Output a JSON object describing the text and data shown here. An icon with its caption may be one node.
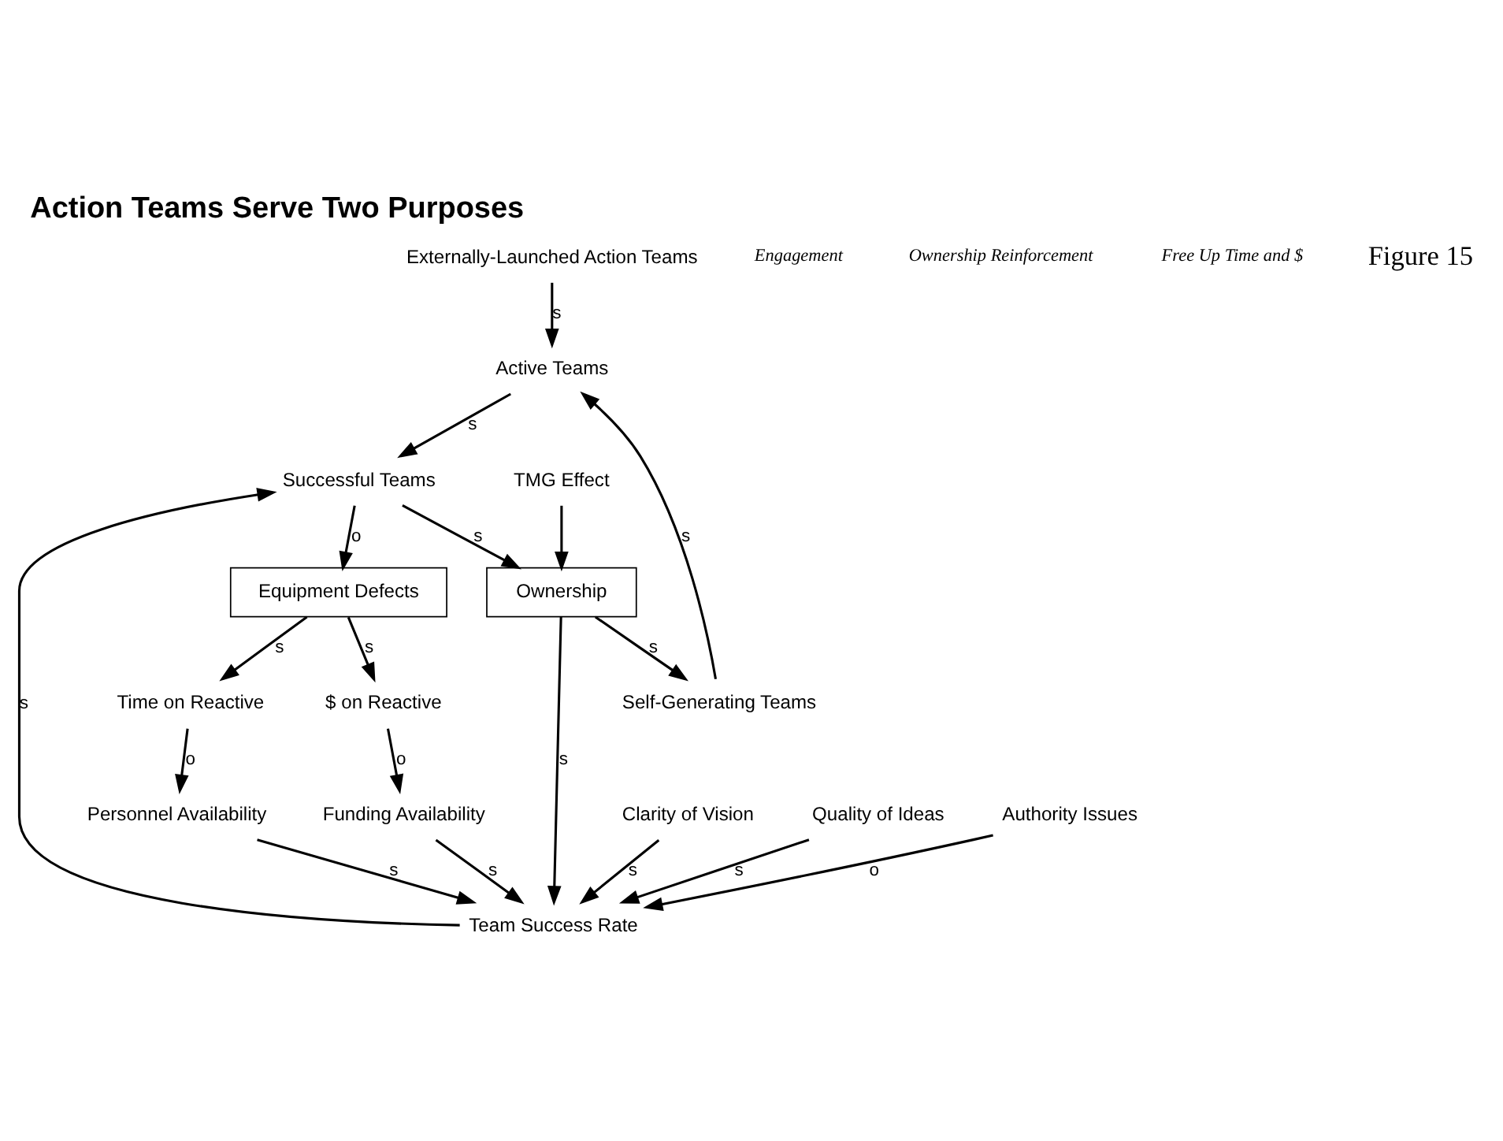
{
  "diagram": {
    "title": "Action Teams Serve Two Purposes",
    "caption": "Figure 15",
    "nodes": [
      {
        "text": [
          "Externally-Launched Action Teams"
        ]
      },
      {
        "text": [
          "Active Teams"
        ]
      },
      {
        "text": [
          "Self-Generating Teams"
        ]
      },
      {
        "text": [
          "Ownership"
        ]
      },
      {
        "text": [
          "Successful Teams"
        ]
      },
      {
        "text": [
          "Equipment Defects"
        ]
      },
      {
        "text": [
          "Time on Reactive"
        ]
      },
      {
        "text": [
          "$ on Reactive"
        ]
      },
      {
        "text": [
          "TMG Effect"
        ]
      },
      {
        "text": [
          "Team Success Rate"
        ]
      },
      {
        "text": [
          "Clarity of Vision"
        ]
      },
      {
        "text": [
          "Quality of Ideas"
        ]
      },
      {
        "text": [
          "Authority Issues"
        ]
      },
      {
        "text": [
          "Personnel Availability"
        ]
      },
      {
        "text": [
          "Funding Availability"
        ]
      }
    ],
    "edges": [
      {
        "from": 0,
        "to": 1,
        "arrow": "to",
        "label": "s"
      },
      {
        "from": 2,
        "to": 1,
        "arrow": "to",
        "label": "s"
      },
      {
        "from": 3,
        "to": 2,
        "arrow": "to",
        "label": "s"
      },
      {
        "from": 1,
        "to": 4,
        "arrow": "to",
        "label": "s"
      },
      {
        "from": 4,
        "to": 3,
        "arrow": "to",
        "label": "s"
      },
      {
        "from": 8,
        "to": 3,
        "arrow": "to"
      },
      {
        "from": 3,
        "to": 9,
        "arrow": "to",
        "label": "s"
      },
      {
        "from": 9,
        "to": 4,
        "arrow": "to",
        "label": "s"
      },
      {
        "from": 4,
        "to": 5,
        "arrow": "to",
        "label": "o"
      },
      {
        "from": 5,
        "to": 6,
        "arrow": "to",
        "label": "s"
      },
      {
        "from": 5,
        "to": 7,
        "arrow": "to",
        "label": "s"
      },
      {
        "from": 6,
        "to": 13,
        "arrow": "to",
        "label": "o"
      },
      {
        "from": 7,
        "to": 14,
        "arrow": "to",
        "label": "o"
      },
      {
        "from": 10,
        "to": 9,
        "arrow": "to",
        "label": "s"
      },
      {
        "from": 11,
        "to": 9,
        "arrow": "to",
        "label": "s"
      },
      {
        "from": 12,
        "to": 9,
        "arrow": "to",
        "label": "o"
      },
      {
        "from": 14,
        "to": 9,
        "arrow": "to",
        "label": "s"
      },
      {
        "from": 13,
        "to": 9,
        "arrow": "to",
        "label": "s"
      }
    ],
    "labels": [
      "Engagement",
      "Ownership Reinforcement",
      "Free Up Time and $"
    ]
  }
}
